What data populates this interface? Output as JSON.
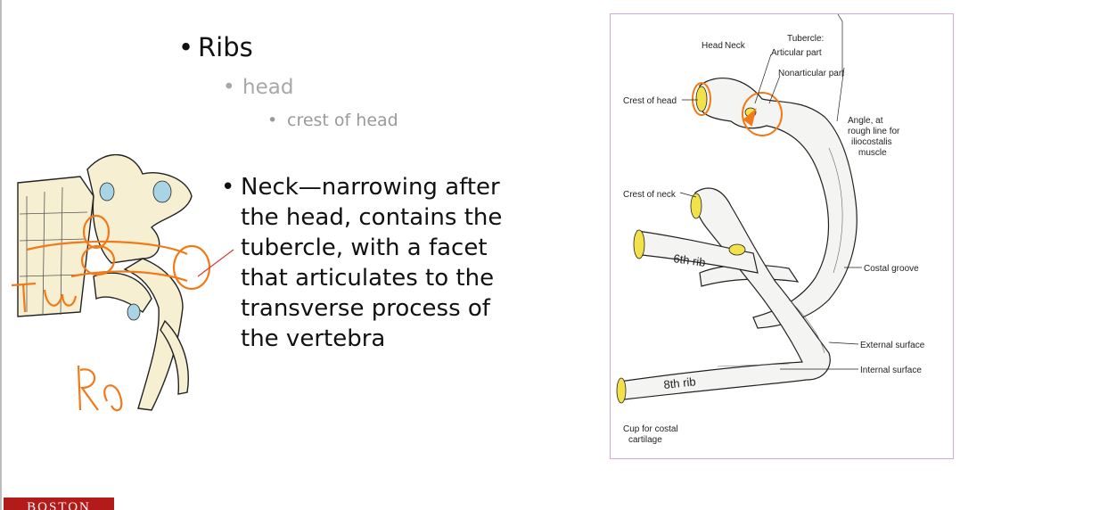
{
  "slide": {
    "bullets": [
      {
        "level": 1,
        "text": "Ribs"
      },
      {
        "level": 2,
        "text": "head"
      },
      {
        "level": 3,
        "text": "crest of head"
      }
    ],
    "neck_bullet": "Neck—narrowing after the head, contains the tubercle, with a facet that articulates to the transverse process of the vertebra",
    "bullet_glyph": "•"
  },
  "left_figure": {
    "annotations": [
      "TV",
      "RA"
    ]
  },
  "right_figure": {
    "labels": {
      "head": "Head",
      "neck": "Neck",
      "tubercle": "Tubercle:",
      "articular_part": "Articular part",
      "nonarticular_part": "Nonarticular part",
      "crest_of_head": "Crest of head",
      "angle_line1": "Angle, at",
      "angle_line2": "rough line for",
      "angle_line3": "iliocostalis",
      "angle_line4": "muscle",
      "crest_of_neck": "Crest of neck",
      "sixth_rib": "6th rib",
      "costal_groove": "Costal groove",
      "external_surface": "External surface",
      "internal_surface": "Internal surface",
      "eighth_rib": "8th rib",
      "cup_line1": "Cup for costal",
      "cup_line2": "cartilage"
    }
  },
  "logo": {
    "text": "BOSTON"
  },
  "colors": {
    "annotation": "#f07a1a",
    "cartilage": "#f2e14a",
    "logo_red": "#b31b1b"
  }
}
